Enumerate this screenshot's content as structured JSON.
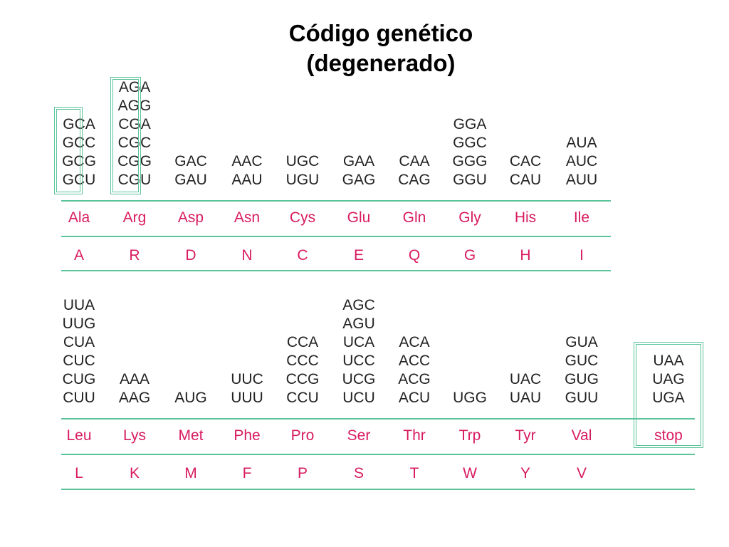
{
  "title": {
    "line1": "Código genético",
    "line2": "(degenerado)"
  },
  "colors": {
    "codon_text": "#222222",
    "amino_acid_text": "#d81b60",
    "lines_and_boxes": "#5cc39a"
  },
  "table1": [
    {
      "codons": [
        "GCA",
        "GCC",
        "GCG",
        "GCU"
      ],
      "three": "Ala",
      "one": "A"
    },
    {
      "codons": [
        "AGA",
        "AGG",
        "CGA",
        "CGC",
        "CGG",
        "CGU"
      ],
      "three": "Arg",
      "one": "R"
    },
    {
      "codons": [
        "GAC",
        "GAU"
      ],
      "three": "Asp",
      "one": "D"
    },
    {
      "codons": [
        "AAC",
        "AAU"
      ],
      "three": "Asn",
      "one": "N"
    },
    {
      "codons": [
        "UGC",
        "UGU"
      ],
      "three": "Cys",
      "one": "C"
    },
    {
      "codons": [
        "GAA",
        "GAG"
      ],
      "three": "Glu",
      "one": "E"
    },
    {
      "codons": [
        "CAA",
        "CAG"
      ],
      "three": "Gln",
      "one": "Q"
    },
    {
      "codons": [
        "GGA",
        "GGC",
        "GGG",
        "GGU"
      ],
      "three": "Gly",
      "one": "G"
    },
    {
      "codons": [
        "CAC",
        "CAU"
      ],
      "three": "His",
      "one": "H"
    },
    {
      "codons": [
        "AUA",
        "AUC",
        "AUU"
      ],
      "three": "Ile",
      "one": "I"
    }
  ],
  "table2": [
    {
      "codons": [
        "UUA",
        "UUG",
        "CUA",
        "CUC",
        "CUG",
        "CUU"
      ],
      "three": "Leu",
      "one": "L"
    },
    {
      "codons": [
        "AAA",
        "AAG"
      ],
      "three": "Lys",
      "one": "K"
    },
    {
      "codons": [
        "AUG"
      ],
      "three": "Met",
      "one": "M"
    },
    {
      "codons": [
        "UUC",
        "UUU"
      ],
      "three": "Phe",
      "one": "F"
    },
    {
      "codons": [
        "CCA",
        "CCC",
        "CCG",
        "CCU"
      ],
      "three": "Pro",
      "one": "P"
    },
    {
      "codons": [
        "AGC",
        "AGU",
        "UCA",
        "UCC",
        "UCG",
        "UCU"
      ],
      "three": "Ser",
      "one": "S"
    },
    {
      "codons": [
        "ACA",
        "ACC",
        "ACG",
        "ACU"
      ],
      "three": "Thr",
      "one": "T"
    },
    {
      "codons": [
        "UGG"
      ],
      "three": "Trp",
      "one": "W"
    },
    {
      "codons": [
        "UAC",
        "UAU"
      ],
      "three": "Tyr",
      "one": "Y"
    },
    {
      "codons": [
        "GUA",
        "GUC",
        "GUG",
        "GUU"
      ],
      "three": "Val",
      "one": "V"
    },
    {
      "codons": [
        "UAA",
        "UAG",
        "UGA"
      ],
      "three": "stop",
      "one": ""
    }
  ]
}
